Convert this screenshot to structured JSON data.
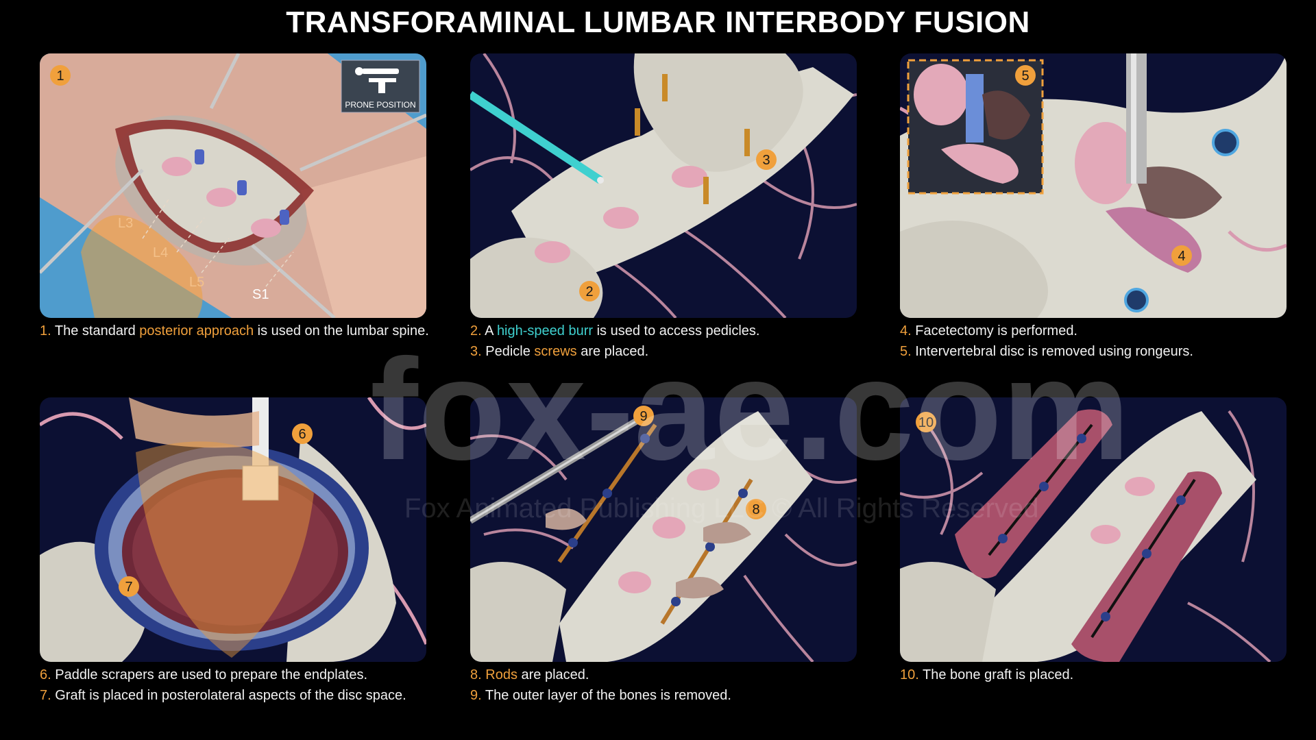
{
  "title": "TRANSFORAMINAL LUMBAR INTERBODY FUSION",
  "panels": {
    "p1": {
      "badge": "1",
      "prone_label": "PRONE POSITION",
      "levels": [
        "L3",
        "L4",
        "L5",
        "S1"
      ]
    },
    "p2": {
      "badges": [
        "2",
        "3"
      ]
    },
    "p3": {
      "badges": [
        "4",
        "5"
      ]
    },
    "p4": {
      "badges": [
        "6",
        "7"
      ]
    },
    "p5": {
      "badges": [
        "8",
        "9"
      ]
    },
    "p6": {
      "badges": [
        "10"
      ]
    }
  },
  "captions": {
    "c1": {
      "num": "1.",
      "pre": " The standard ",
      "hl": "posterior approach",
      "post": " is used on the lumbar spine."
    },
    "c2": {
      "num": "2.",
      "pre": " A ",
      "hl": "high-speed burr",
      "post": " is used to access pedicles."
    },
    "c3": {
      "num": "3.",
      "pre": " Pedicle ",
      "hl": "screws",
      "post": " are placed."
    },
    "c4": {
      "num": "4.",
      "text": " Facetectomy is performed."
    },
    "c5": {
      "num": "5.",
      "text": " Intervertebral disc is removed using rongeurs."
    },
    "c6": {
      "num": "6.",
      "text": " Paddle scrapers are used to prepare the endplates."
    },
    "c7": {
      "num": "7.",
      "text": " Graft is placed in posterolateral aspects of the disc space."
    },
    "c8": {
      "num": "8.",
      "hl": "Rods",
      "post": " are placed."
    },
    "c9": {
      "num": "9.",
      "text": " The outer layer of the bones is removed."
    },
    "c10": {
      "num": "10.",
      "text": " The bone graft is placed."
    }
  },
  "watermark": {
    "logo_text": "fox-ae.com",
    "credit": "Fox Animated Publishing LLC © All Rights Reserved"
  },
  "colors": {
    "background": "#000000",
    "panel_bg": "#0c1033",
    "bone": "#dcdad0",
    "nerve": "#d89ab0",
    "accent_orange": "#f0a03c",
    "accent_teal": "#3fd0cf",
    "drape_blue": "#5aa6d6"
  }
}
